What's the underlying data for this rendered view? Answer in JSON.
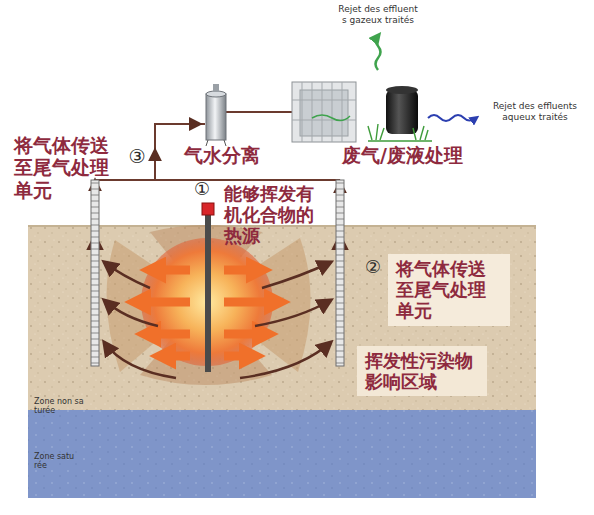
{
  "diagram": {
    "nodes": [
      {
        "text": [
          "将气体传送至尾气处理单元"
        ]
      },
      {
        "text": [
          "挥发性污染物影响区域"
        ]
      }
    ],
    "labels": [
      "Rejet des effluents gazeux traités",
      "Rejet des effluents aqueux traités",
      "将气体传送至尾气处理单元",
      "③",
      "气水分离",
      "废气/废液处理",
      "①",
      "能够挥发有机化合物的热源",
      "②",
      "Zone non saturée",
      "Zone saturée"
    ]
  }
}
